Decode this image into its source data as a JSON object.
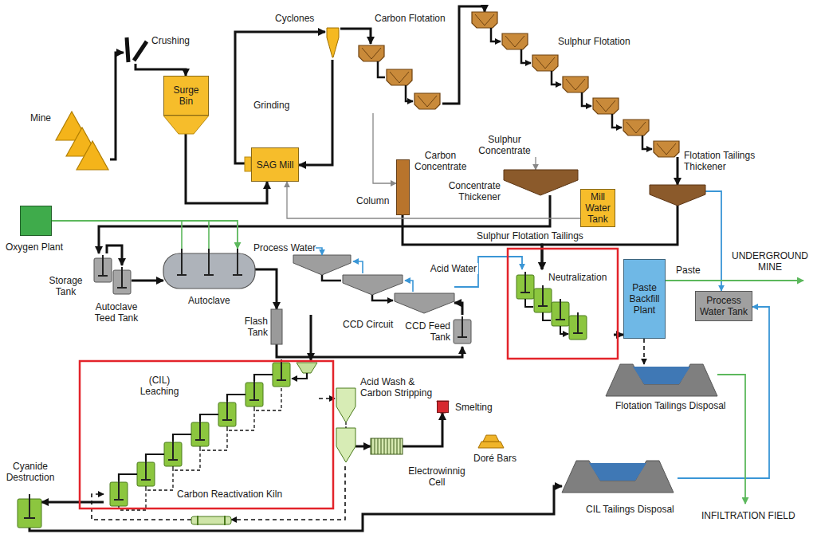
{
  "diagram": {
    "nodes": [
      {
        "text": [
          "Mine"
        ]
      },
      {
        "text": [
          "Crushing"
        ]
      },
      {
        "text": [
          "Surge Bin"
        ]
      },
      {
        "text": [
          "SAG Mill"
        ]
      },
      {
        "text": [
          "Cyclones"
        ]
      },
      {
        "text": [
          "Carbon Flotation"
        ]
      },
      {
        "text": [
          "Column"
        ]
      },
      {
        "text": [
          "Sulphur Flotation"
        ]
      },
      {
        "text": [
          "Concentrate Thickener"
        ]
      },
      {
        "text": [
          "Mill Water Tank"
        ]
      },
      {
        "text": [
          "Flotation Tailings Thickener"
        ]
      },
      {
        "text": [
          "Oxygen Plant"
        ]
      },
      {
        "text": [
          "Storage Tank"
        ]
      },
      {
        "text": [
          "Autoclave Teed Tank"
        ]
      },
      {
        "text": [
          "Autoclave"
        ]
      },
      {
        "text": [
          "Flash Tank"
        ]
      },
      {
        "text": [
          "CCD Circuit"
        ]
      },
      {
        "text": [
          "CCD Feed Tank"
        ]
      },
      {
        "text": [
          "Neutralization"
        ]
      },
      {
        "text": [
          "Paste Backfill Plant"
        ]
      },
      {
        "text": [
          "Process Water Tank"
        ]
      },
      {
        "text": [
          "Flotation Tailings Disposal"
        ]
      },
      {
        "text": [
          "(CIL) Leaching"
        ]
      },
      {
        "text": [
          "Acid Wash & Carbon Stripping"
        ]
      },
      {
        "text": [
          "Electrowinnig Cell"
        ]
      },
      {
        "text": [
          "Smelting"
        ]
      },
      {
        "text": [
          "Doré Bars"
        ]
      },
      {
        "text": [
          "Cyanide Destruction"
        ]
      },
      {
        "text": [
          "CIL Tailings Disposal"
        ]
      },
      {
        "text": [
          "Carbon Reactivation Kiln"
        ]
      }
    ],
    "edges": [
      {
        "from": 0,
        "to": 1,
        "arrow": "to"
      },
      {
        "from": 1,
        "to": 2,
        "arrow": "to"
      },
      {
        "from": 2,
        "to": 3,
        "arrow": "to"
      },
      {
        "from": 3,
        "to": 4,
        "arrow": "to"
      },
      {
        "from": 4,
        "to": 3,
        "arrow": "to"
      },
      {
        "from": 4,
        "to": 5,
        "arrow": "to"
      },
      {
        "from": 5,
        "to": 7,
        "arrow": "to"
      },
      {
        "from": 5,
        "to": 6,
        "arrow": "to"
      },
      {
        "from": 6,
        "to": 18,
        "arrow": "to"
      },
      {
        "from": 10,
        "to": 18,
        "arrow": "to"
      },
      {
        "from": 7,
        "to": 8,
        "arrow": "to"
      },
      {
        "from": 7,
        "to": 10,
        "arrow": "to"
      },
      {
        "from": 8,
        "to": 12,
        "arrow": "to"
      },
      {
        "from": 12,
        "to": 13,
        "arrow": "to"
      },
      {
        "from": 13,
        "to": 14,
        "arrow": "to"
      },
      {
        "from": 11,
        "to": 14,
        "arrow": "to"
      },
      {
        "from": 14,
        "to": 15,
        "arrow": "to"
      },
      {
        "from": 15,
        "to": 17,
        "arrow": "to"
      },
      {
        "from": 17,
        "to": 16,
        "arrow": "to"
      },
      {
        "from": 16,
        "to": 22,
        "arrow": "to"
      },
      {
        "from": 16,
        "to": 18,
        "label": "Acid Water",
        "arrow": "to"
      },
      {
        "from": 18,
        "to": 19,
        "arrow": "to"
      },
      {
        "from": 19,
        "to": 21,
        "arrow": "to"
      },
      {
        "from": 10,
        "to": 20,
        "arrow": "to"
      },
      {
        "from": 28,
        "to": 20,
        "arrow": "to"
      },
      {
        "from": 22,
        "to": 27,
        "arrow": "to"
      },
      {
        "from": 27,
        "to": 28,
        "arrow": "to"
      },
      {
        "from": 22,
        "to": 23,
        "arrow": "to"
      },
      {
        "from": 23,
        "to": 24,
        "arrow": "to"
      },
      {
        "from": 24,
        "to": 25,
        "arrow": "to"
      },
      {
        "from": 23,
        "to": 29,
        "arrow": "to"
      },
      {
        "from": 29,
        "to": 22,
        "arrow": "to"
      },
      {
        "from": 9,
        "to": 3,
        "arrow": "to"
      }
    ],
    "labels": [
      "Grinding",
      "Carbon Concentrate",
      "Sulphur Concentrate",
      "Sulphur Flotation Tailings",
      "Process Water",
      "Paste",
      "UNDERGROUND MINE",
      "INFILTRATION FIELD"
    ]
  }
}
